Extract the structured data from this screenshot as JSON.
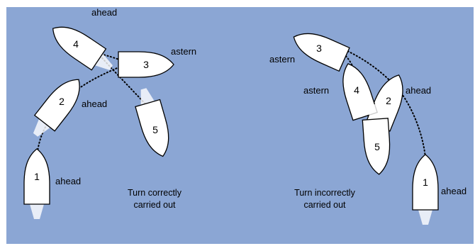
{
  "colors": {
    "water": "#8ba6d4",
    "hull": "#ffffff",
    "outline": "#000000",
    "wake": "#ffffff"
  },
  "left_diagram": {
    "caption_line1": "Turn correctly",
    "caption_line2": "carried out",
    "boats": [
      {
        "number": "1",
        "label": "ahead"
      },
      {
        "number": "2",
        "label": "ahead"
      },
      {
        "number": "3",
        "label": "astern"
      },
      {
        "number": "4",
        "label": "ahead"
      },
      {
        "number": "5",
        "label": ""
      }
    ]
  },
  "right_diagram": {
    "caption_line1": "Turn incorrectly",
    "caption_line2": "carried out",
    "boats": [
      {
        "number": "1",
        "label": "ahead"
      },
      {
        "number": "2",
        "label": "ahead"
      },
      {
        "number": "3",
        "label": "astern"
      },
      {
        "number": "4",
        "label": "astern"
      },
      {
        "number": "5",
        "label": ""
      }
    ]
  }
}
